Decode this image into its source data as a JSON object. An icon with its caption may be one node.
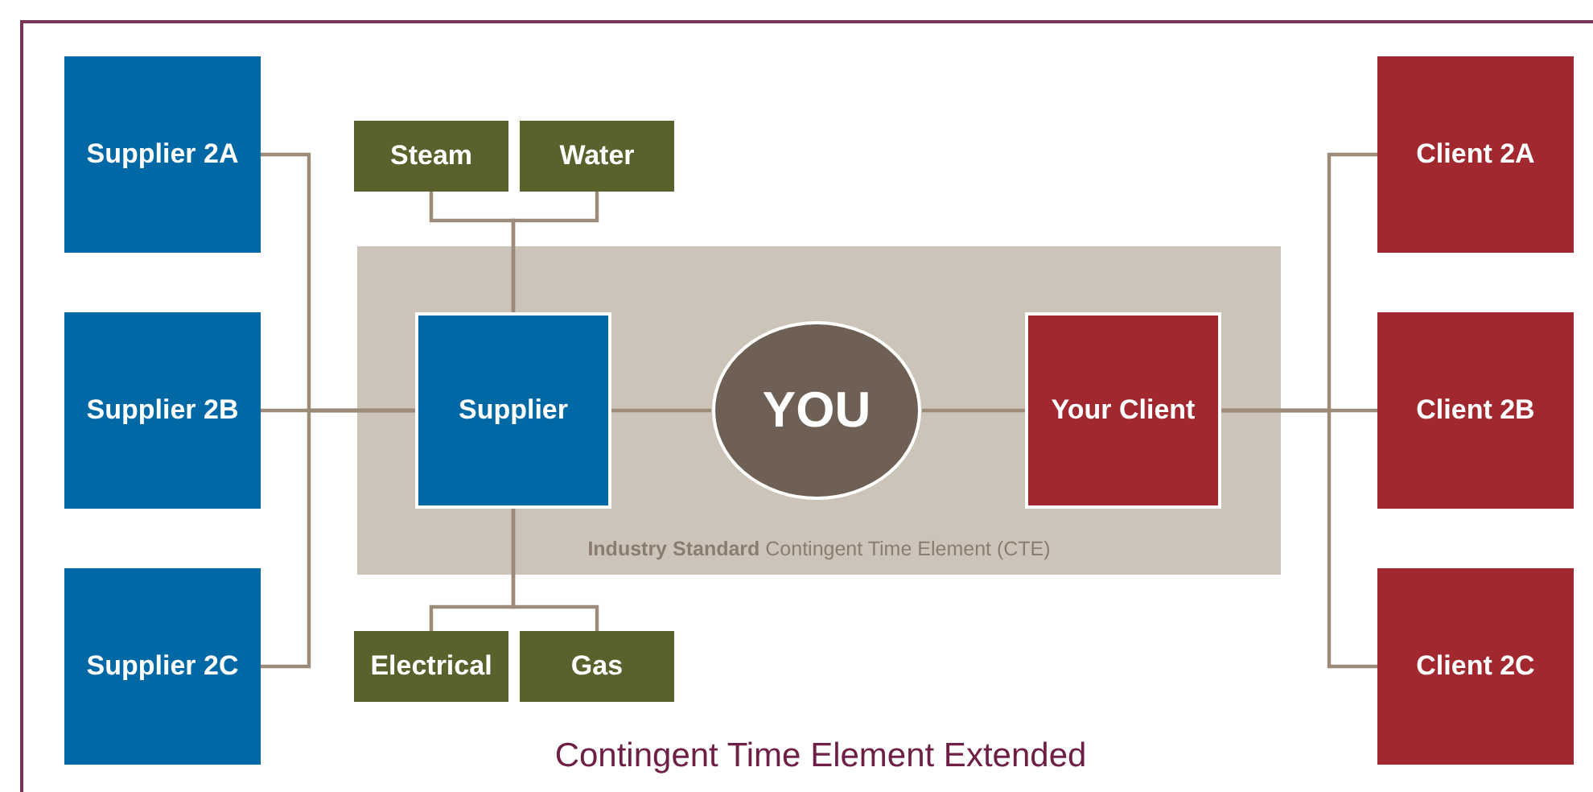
{
  "diagram": {
    "caption": "Contingent Time Element Extended",
    "nodes": [
      {
        "text": [
          "Supplier 2A"
        ]
      },
      {
        "text": [
          "Supplier 2B"
        ]
      },
      {
        "text": [
          "Supplier 2C"
        ]
      },
      {
        "text": [
          "Steam"
        ]
      },
      {
        "text": [
          "Water"
        ]
      },
      {
        "text": [
          "**Industry Standard** Contingent Time Element (CTE)"
        ]
      },
      {
        "text": [
          "Supplier"
        ],
        "in": 5
      },
      {
        "text": [
          "YOU"
        ],
        "in": 5
      },
      {
        "text": [
          "Your Client"
        ],
        "in": 5
      },
      {
        "text": [
          "Electrical"
        ]
      },
      {
        "text": [
          "Gas"
        ]
      },
      {
        "text": [
          "Client 2A"
        ]
      },
      {
        "text": [
          "Client 2B"
        ]
      },
      {
        "text": [
          "Client 2C"
        ]
      }
    ],
    "edges": [
      {
        "from": 0,
        "to": 6,
        "arrow": "none"
      },
      {
        "from": 1,
        "to": 6,
        "arrow": "none"
      },
      {
        "from": 2,
        "to": 6,
        "arrow": "none"
      },
      {
        "from": 3,
        "to": 6,
        "arrow": "none"
      },
      {
        "from": 4,
        "to": 6,
        "arrow": "none"
      },
      {
        "from": 9,
        "to": 6,
        "arrow": "none"
      },
      {
        "from": 10,
        "to": 6,
        "arrow": "none"
      },
      {
        "from": 6,
        "to": 7,
        "arrow": "none"
      },
      {
        "from": 7,
        "to": 8,
        "arrow": "none"
      },
      {
        "from": 8,
        "to": 11,
        "arrow": "none"
      },
      {
        "from": 8,
        "to": 12,
        "arrow": "none"
      },
      {
        "from": 8,
        "to": 13,
        "arrow": "none"
      }
    ]
  }
}
